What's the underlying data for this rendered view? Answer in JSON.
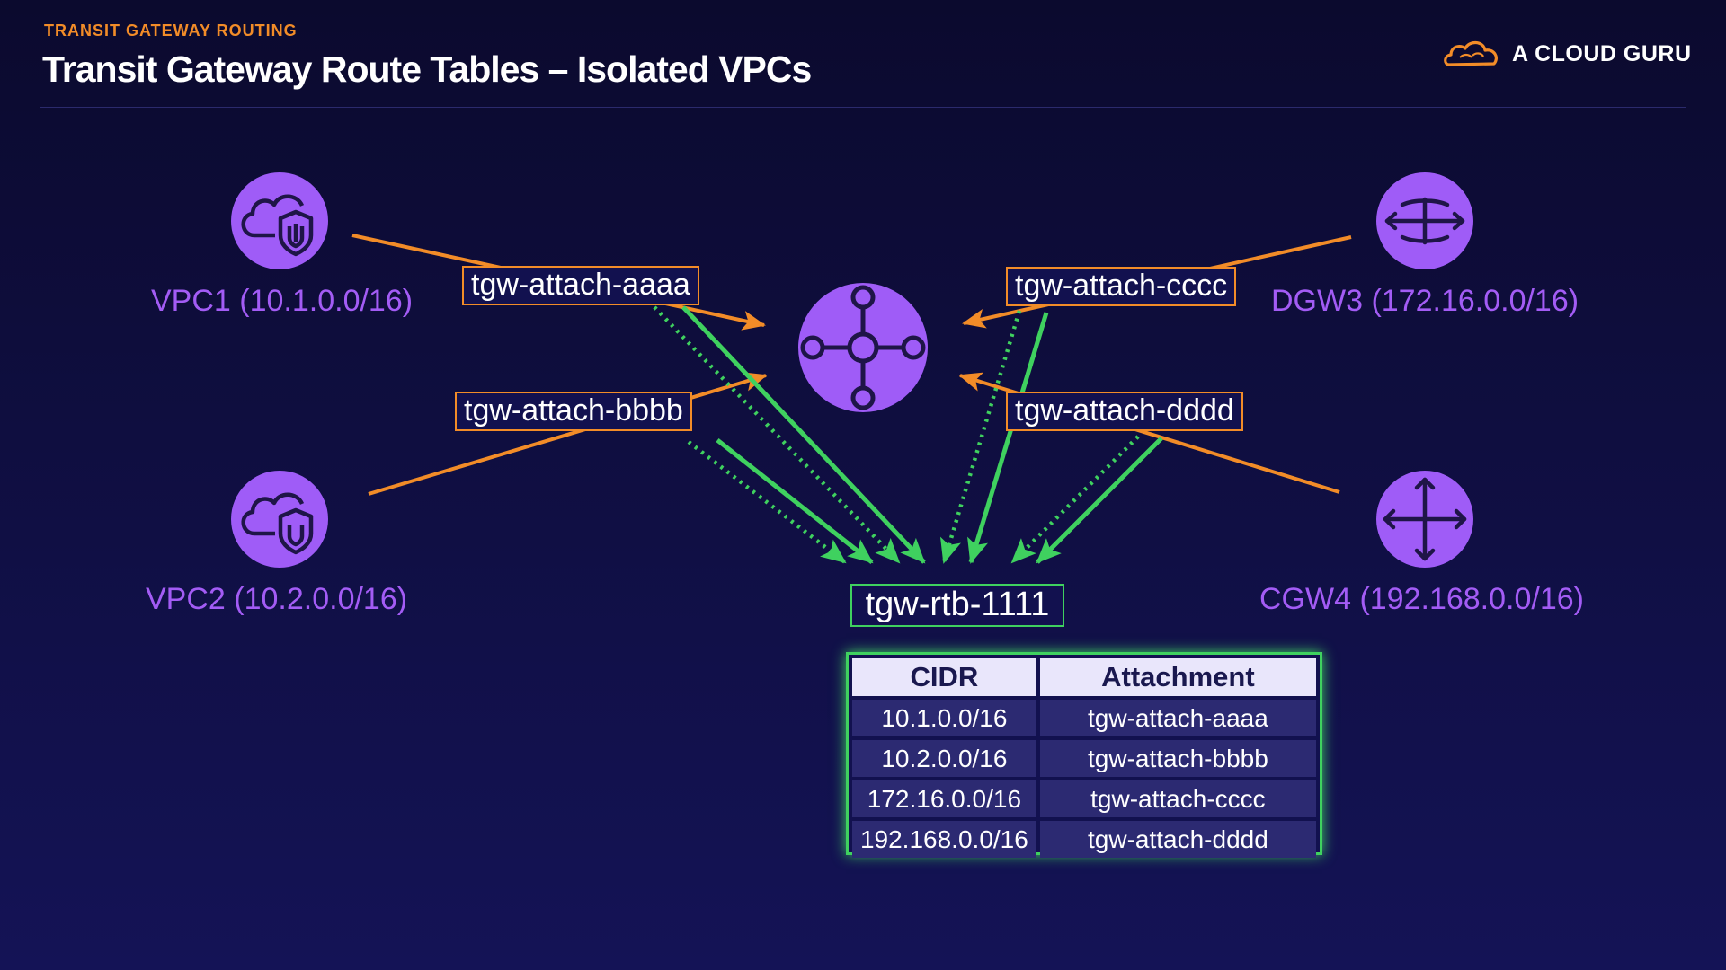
{
  "header": {
    "kicker": "TRANSIT GATEWAY ROUTING",
    "title": "Transit Gateway Route Tables – Isolated VPCs",
    "brand": "A CLOUD GURU"
  },
  "colors": {
    "accent_orange": "#f28c28",
    "node_purple": "#9f5cf7",
    "label_purple": "#a35cf5",
    "route_green": "#3fd15f"
  },
  "nodes": {
    "vpc1": {
      "label": "VPC1 (10.1.0.0/16)",
      "icon": "vpc-cloud-shield-icon"
    },
    "vpc2": {
      "label": "VPC2 (10.2.0.0/16)",
      "icon": "vpc-cloud-shield-icon"
    },
    "dgw3": {
      "label": "DGW3 (172.16.0.0/16)",
      "icon": "direct-connect-gateway-icon"
    },
    "cgw4": {
      "label": "CGW4 (192.168.0.0/16)",
      "icon": "customer-gateway-icon"
    },
    "tgw": {
      "icon": "transit-gateway-hub-icon"
    }
  },
  "attachments": {
    "a": "tgw-attach-aaaa",
    "b": "tgw-attach-bbbb",
    "c": "tgw-attach-cccc",
    "d": "tgw-attach-dddd"
  },
  "route_table": {
    "name": "tgw-rtb-1111",
    "headers": [
      "CIDR",
      "Attachment"
    ],
    "rows": [
      [
        "10.1.0.0/16",
        "tgw-attach-aaaa"
      ],
      [
        "10.2.0.0/16",
        "tgw-attach-bbbb"
      ],
      [
        "172.16.0.0/16",
        "tgw-attach-cccc"
      ],
      [
        "192.168.0.0/16",
        "tgw-attach-dddd"
      ]
    ]
  }
}
